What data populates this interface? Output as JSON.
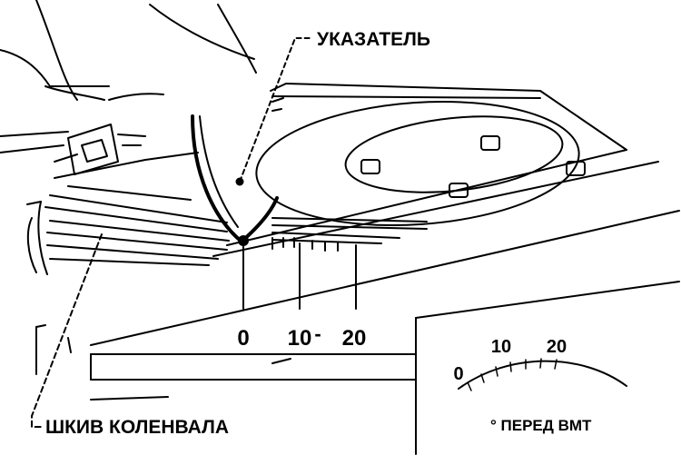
{
  "labels": {
    "pointer": "УКАЗАТЕЛЬ",
    "pulley": "ШКИВ КОЛЕНВАЛА",
    "before_tdc": "° ПЕРЕД ВМТ"
  },
  "main_scale": [
    "0",
    "10",
    "20"
  ],
  "inset_scale": [
    "0",
    "10",
    "20"
  ]
}
